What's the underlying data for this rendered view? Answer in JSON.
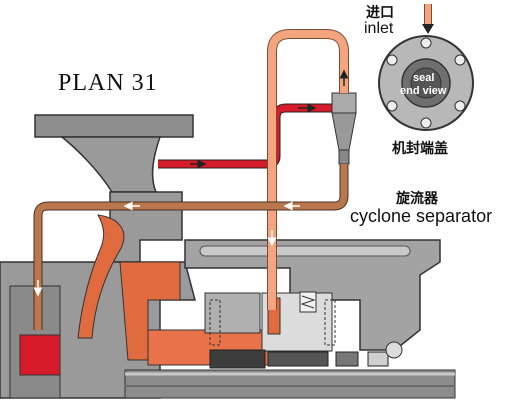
{
  "diagram": {
    "plan_title": "PLAN 31",
    "inlet_cn": "进口",
    "inlet_en": "inlet",
    "seal_view_line1": "seal",
    "seal_view_line2": "end view",
    "seal_end_cover_cn": "机封端盖",
    "separator_cn": "旋流器",
    "separator_en": "cyclone separator",
    "colors": {
      "pump_gray": "#9a9a9a",
      "pump_dark": "#6f6f6f",
      "red_line": "#d81b2a",
      "orange_line": "#f2a57f",
      "return_line": "#b9774d",
      "rotor_orange": "#e06b3e",
      "seal_disc": "#b8b8b8"
    }
  }
}
